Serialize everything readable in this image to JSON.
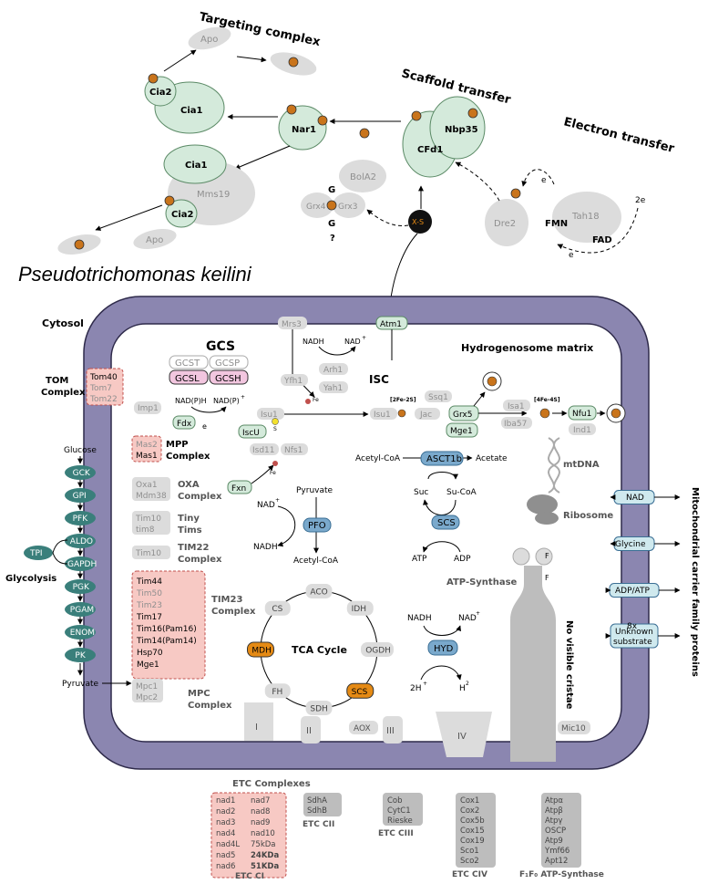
{
  "organism": "Pseudotrichomonas keilini",
  "colors": {
    "membrane": "#8b86b0",
    "membrane_outline": "#2e2a4a",
    "matrix": "#ffffff",
    "green_fill": "#d4eadb",
    "green_stroke": "#5b8a66",
    "grey_fill": "#dcdcdc",
    "grey_text": "#8f8f8f",
    "pink_fill": "#f7c9c4",
    "pink_stroke": "#c0504d",
    "teal_fill": "#3a7f7b",
    "blue_fill": "#7aa9cc",
    "blue_stroke": "#3a6e94",
    "lightblue_fill": "#cfe9ee",
    "orange_fill": "#e58a14",
    "pink_gcs": "#f2c6df",
    "dark_grey_box": "#bdbdbd",
    "cluster": "#c9741b"
  },
  "cytosol_top": {
    "targeting_complex": "Targeting complex",
    "scaffold_transfer": "Scaffold transfer",
    "electron_transfer": "Electron transfer",
    "apo": "Apo",
    "cia2": "Cia2",
    "cia1": "Cia1",
    "nar1": "Nar1",
    "mms19": "Mms19",
    "nbp35": "Nbp35",
    "cfd1": "CFd1",
    "dre2": "Dre2",
    "tah18": "Tah18",
    "fmn": "FMN",
    "fad": "FAD",
    "e_minus": "e",
    "two_e": "2e",
    "bola2": "BolA2",
    "grx4": "Grx4",
    "grx3": "Grx3",
    "g": "G",
    "question": "?",
    "xs": "X-S"
  },
  "labels": {
    "cytosol": "Cytosol",
    "matrix": "Hydrogenosome matrix",
    "gcs": "GCS",
    "isc": "ISC",
    "mtdna": "mtDNA",
    "ribosome": "Ribosome",
    "atp_synthase": "ATP-Synthase",
    "no_cristae": "No visible cristae",
    "mcf": "Mitochondrial carrier family proteins",
    "tca": "TCA Cycle",
    "glycolysis": "Glycolysis",
    "glucose": "Glucose",
    "pyruvate": "Pyruvate"
  },
  "gcs": {
    "gcst": "GCST",
    "gcsp": "GCSP",
    "gcsl": "GCSL",
    "gcsh": "GCSH"
  },
  "isc": {
    "mrs3": "Mrs3",
    "atm1": "Atm1",
    "nadh": "NADH",
    "nad_plus": "NAD",
    "yfh1": "Yfh1",
    "arh1": "Arh1",
    "yah1": "Yah1",
    "fe": "Fe",
    "nadph": "NAD(P)H",
    "nadp": "NAD(P)",
    "fdx": "Fdx",
    "isu1": "Isu1",
    "iscu": "IscU",
    "s": "S",
    "isd11": "Isd11",
    "nfs1": "Nfs1",
    "fxn": "Fxn",
    "isu1b": "Isu1",
    "twofe": "[2Fe-2S]",
    "ssq1": "Ssq1",
    "jac": "Jac",
    "grx5": "Grx5",
    "mge1": "Mge1",
    "isa1": "Isa1",
    "iba57": "Iba57",
    "fourfe": "[4Fe-4S]",
    "nfu1": "Nfu1",
    "ind1": "Ind1"
  },
  "import": {
    "tom_label": "TOM",
    "tom_label2": "Complex",
    "tom40": "Tom40",
    "tom7": "Tom7",
    "tom22": "Tom22",
    "imp1": "Imp1",
    "mas2": "Mas2",
    "mas1": "Mas1",
    "mpp": "MPP",
    "mpp2": "Complex",
    "oxa1": "Oxa1",
    "mdm38": "Mdm38",
    "oxa": "OXA",
    "oxa2": "Complex",
    "tim10": "Tim10",
    "tim8": "tim8",
    "tiny": "Tiny",
    "tims": "Tims",
    "tim10b": "Tim10",
    "tim22": "TIM22",
    "tim22b": "Complex",
    "tim23": "TIM23",
    "tim23b": "Complex",
    "tim23_list": [
      "Tim44",
      "Tim50",
      "Tim23",
      "Tim17",
      "Tim16(Pam16)",
      "Tim14(Pam14)",
      "Hsp70",
      "Mge1"
    ],
    "mpc1": "Mpc1",
    "mpc2": "Mpc2",
    "mpc": "MPC",
    "mpc_b": "Complex"
  },
  "glycolysis": [
    "GCK",
    "GPI",
    "PFK",
    "ALDO",
    "GAPDH",
    "PGK",
    "PGAM",
    "ENOM",
    "PK"
  ],
  "tpi": "TPI",
  "metabolism": {
    "nadplus": "NAD",
    "nadh": "NADH",
    "pyruvate": "Pyruvate",
    "pfo": "PFO",
    "acetylcoa": "Acetyl-CoA",
    "acetylcoa2": "Acetyl-CoA",
    "asct1b": "ASCT1b",
    "acetate": "Acetate",
    "suc": "Suc",
    "sucoa": "Su-CoA",
    "scs": "SCS",
    "atp": "ATP",
    "adp": "ADP",
    "nadh2": "NADH",
    "nadplus2": "NAD",
    "hyd": "HYD",
    "h_plus": "2H",
    "h2": "H"
  },
  "tca": [
    "ACO",
    "IDH",
    "OGDH",
    "SCS",
    "SDH",
    "FH",
    "MDH",
    "CS"
  ],
  "carriers": [
    "NAD",
    "Glycine",
    "ADP/ATP",
    "Unknown substrate"
  ],
  "carrier_count": "8x",
  "membrane_complexes": {
    "i": "I",
    "ii": "II",
    "aox": "AOX",
    "iii": "III",
    "iv": "IV",
    "mic10": "Mic10",
    "f1": "F",
    "f0": "F"
  },
  "etc_complexes_title": "ETC Complexes",
  "etc": {
    "ci_title": "ETC CI",
    "ci_col1": [
      "nad1",
      "nad2",
      "nad3",
      "nad4",
      "nad4L",
      "nad5",
      "nad6"
    ],
    "ci_col2": [
      "nad7",
      "nad8",
      "nad9",
      "nad10",
      "75kDa",
      "24KDa",
      "51KDa"
    ],
    "cii_title": "ETC CII",
    "cii": [
      "SdhA",
      "SdhB"
    ],
    "ciii_title": "ETC CIII",
    "ciii": [
      "Cob",
      "CytC1",
      "Rieske"
    ],
    "civ_title": "ETC CIV",
    "civ": [
      "Cox1",
      "Cox2",
      "Cox5b",
      "Cox15",
      "Cox19",
      "Sco1",
      "Sco2"
    ],
    "atps_title": "F₁F₀ ATP-Synthase",
    "atps": [
      "Atpα",
      "Atpβ",
      "Atpγ",
      "OSCP",
      "Atp9",
      "Ymf66",
      "Apt12"
    ]
  }
}
